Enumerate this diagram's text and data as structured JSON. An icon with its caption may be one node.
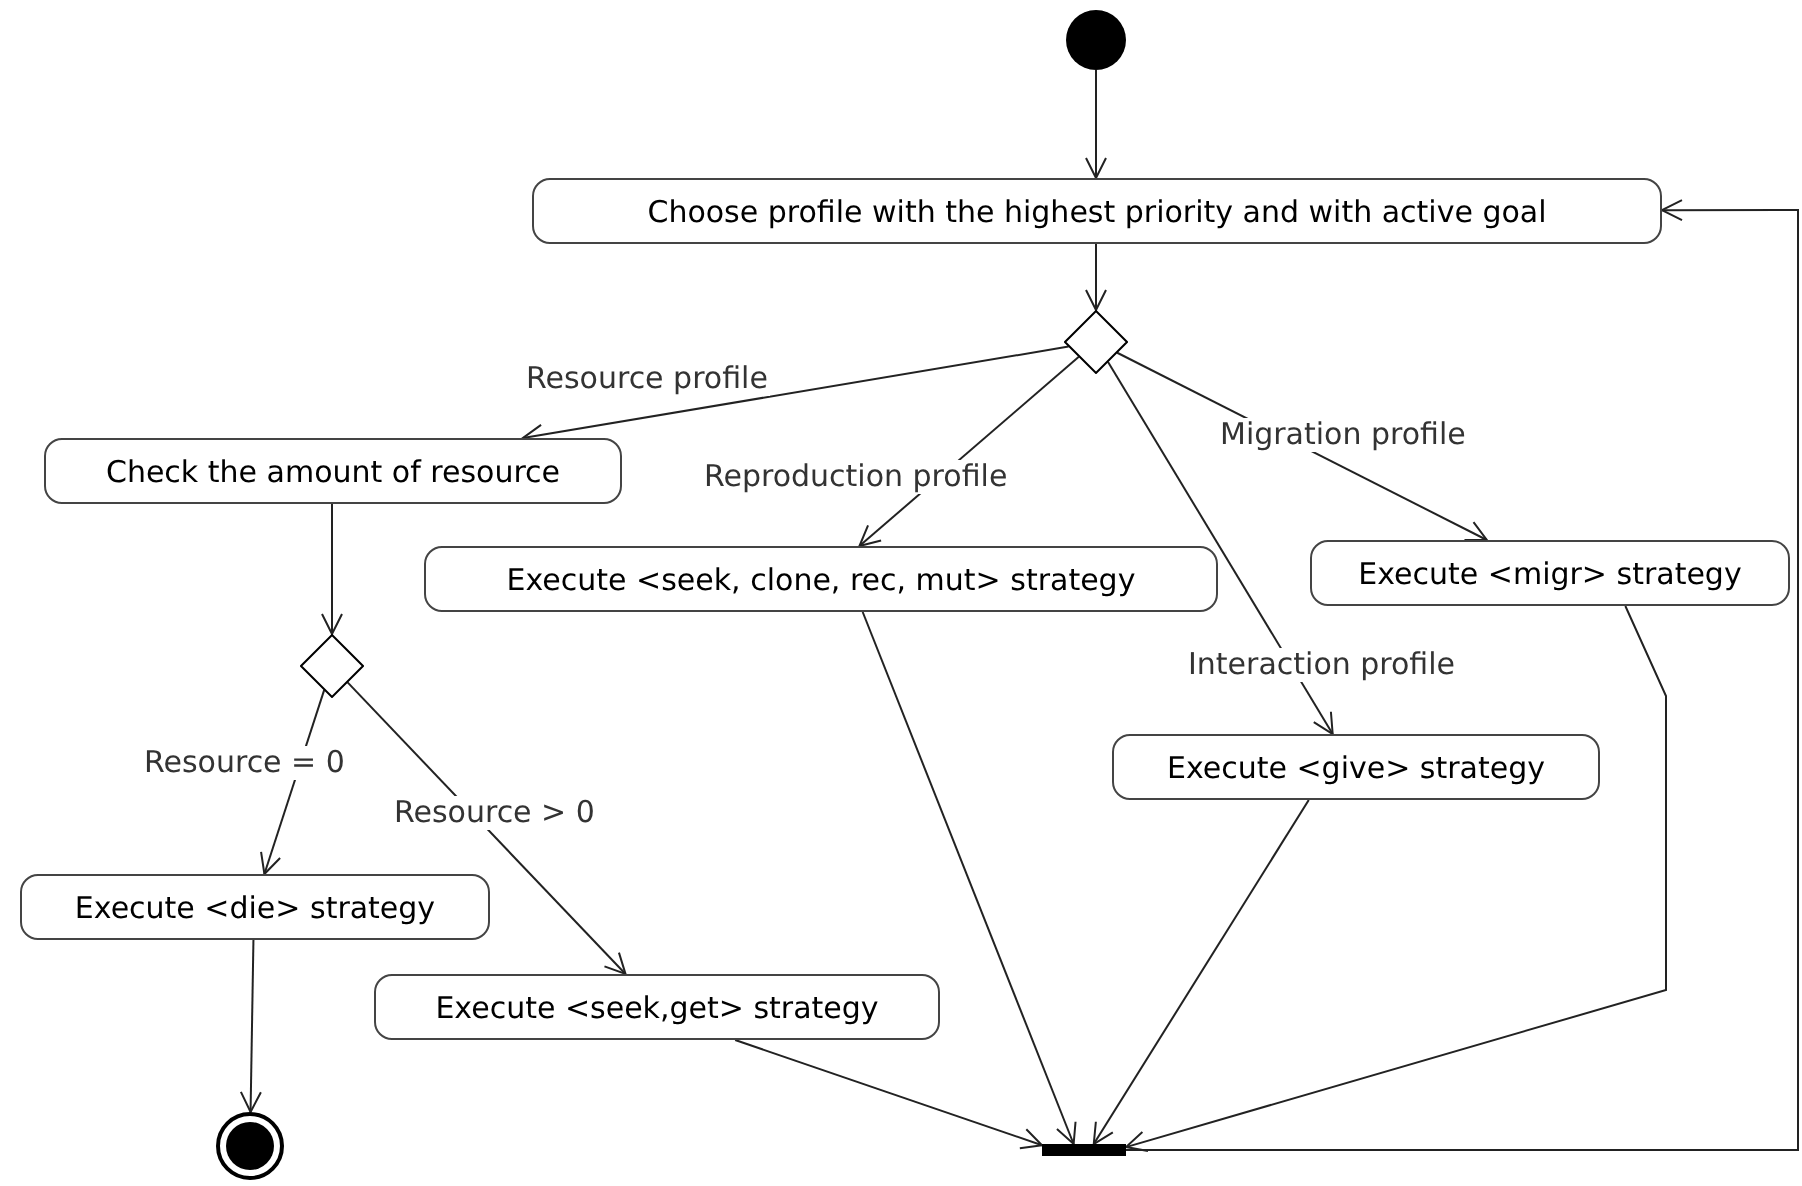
{
  "diagram": {
    "nodes": [
      {
        "text": [],
        "shape": "circle"
      },
      {
        "text": [
          "Choose profile with the highest priority and with active goal"
        ]
      },
      {
        "text": [],
        "shape": "diamond"
      },
      {
        "text": [
          "Check the amount of resource"
        ]
      },
      {
        "text": [
          "Execute <seek, clone, rec, mut> strategy"
        ]
      },
      {
        "text": [
          "Execute <migr> strategy"
        ]
      },
      {
        "text": [],
        "shape": "diamond"
      },
      {
        "text": [
          "Execute <give> strategy"
        ]
      },
      {
        "text": [
          "Execute <die> strategy"
        ]
      },
      {
        "text": [
          "Execute <seek,get> strategy"
        ]
      },
      {
        "text": [],
        "shape": "circle"
      },
      {
        "text": [],
        "shape": "bar"
      }
    ],
    "edges": [
      {
        "from": 0,
        "to": 1,
        "arrow": "to"
      },
      {
        "from": 1,
        "to": 2,
        "arrow": "to"
      },
      {
        "from": 2,
        "to": 3,
        "label": "Resource profile",
        "arrow": "to"
      },
      {
        "from": 2,
        "to": 4,
        "label": "Reproduction profile",
        "arrow": "to"
      },
      {
        "from": 2,
        "to": 5,
        "label": "Migration profile",
        "arrow": "to"
      },
      {
        "from": 2,
        "to": 7,
        "label": "Interaction profile",
        "arrow": "to"
      },
      {
        "from": 3,
        "to": 6,
        "arrow": "to"
      },
      {
        "from": 6,
        "to": 8,
        "label": "Resource = 0",
        "arrow": "to"
      },
      {
        "from": 6,
        "to": 9,
        "label": "Resource > 0",
        "arrow": "to"
      },
      {
        "from": 8,
        "to": 10,
        "arrow": "to"
      },
      {
        "from": 4,
        "to": 11,
        "arrow": "to"
      },
      {
        "from": 7,
        "to": 11,
        "arrow": "to"
      },
      {
        "from": 5,
        "to": 11,
        "arrow": "to"
      },
      {
        "from": 9,
        "to": 11,
        "arrow": "to"
      },
      {
        "from": 11,
        "to": 1,
        "arrow": "to"
      }
    ]
  }
}
